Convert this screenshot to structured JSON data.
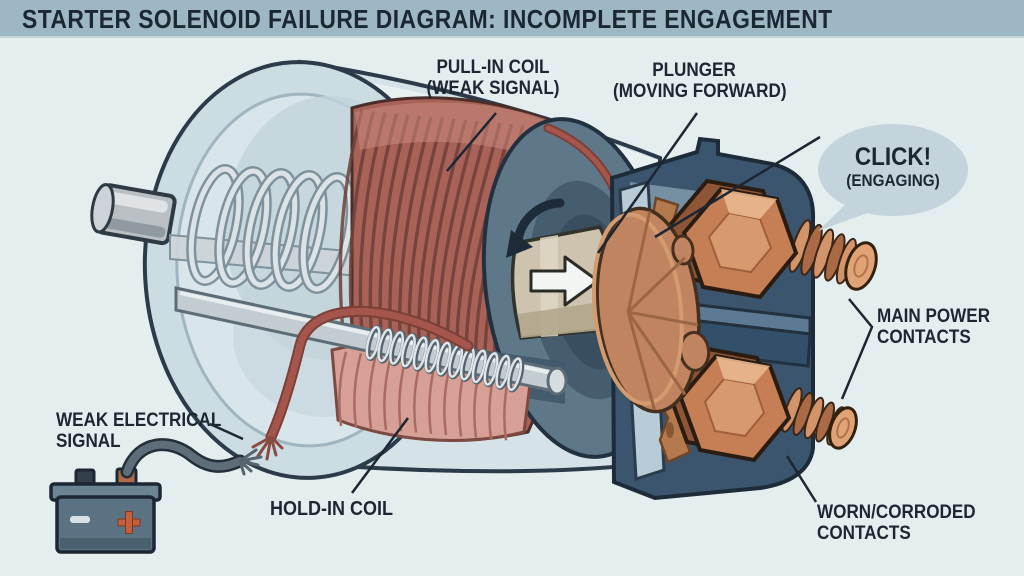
{
  "title": "STARTER SOLENOID FAILURE DIAGRAM: INCOMPLETE ENGAGEMENT",
  "callouts": {
    "pull_in_coil": {
      "line1": "PULL-IN COIL",
      "line2": "(WEAK SIGNAL)"
    },
    "plunger": {
      "line1": "PLUNGER",
      "line2": "(MOVING FORWARD)"
    },
    "click": {
      "line1": "CLICK!",
      "line2": "(ENGAGING)"
    },
    "main_power_contacts": {
      "line1": "MAIN POWER",
      "line2": "CONTACTS"
    },
    "worn_corroded_contacts": {
      "line1": "WORN/CORRODED",
      "line2": "CONTACTS"
    },
    "weak_electrical_signal": {
      "line1": "WEAK ELECTRICAL",
      "line2": "SIGNAL"
    },
    "hold_in_coil": {
      "line1": "HOLD-IN COIL"
    }
  },
  "colors": {
    "title_bar": "#9db7c4",
    "background": "#e4eeef",
    "label_text": "#1b2733",
    "coil_copper": "#a86258",
    "hold_in_coil_pink": "#d6a096",
    "contact_copper": "#c67e55",
    "housing_slate": "#3b556e",
    "glass_housing": "#ccdce3",
    "plunger_tan": "#cdc3ae",
    "bubble_fill": "#c3d4dc",
    "battery_body": "#5b7283",
    "wire_red": "#a4554c"
  }
}
